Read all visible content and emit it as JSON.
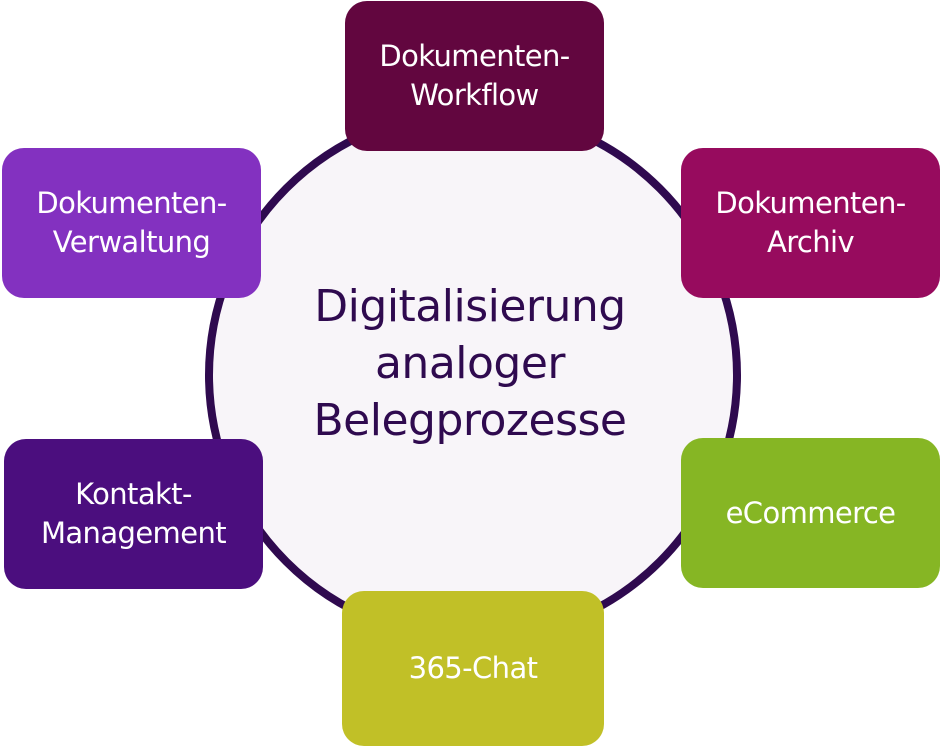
{
  "diagram": {
    "center": {
      "title": "Digitalisierung\nanaloger\nBelegprozesse",
      "text_color": "#2f0a4f",
      "fill_color": "#f8f5f9",
      "ring_color": "#2f0a4f"
    },
    "nodes": [
      {
        "id": "workflow",
        "label": "Dokumenten-\nWorkflow",
        "color": "#62063f"
      },
      {
        "id": "verwaltung",
        "label": "Dokumenten-\nVerwaltung",
        "color": "#8331c0"
      },
      {
        "id": "archiv",
        "label": "Dokumenten-\nArchiv",
        "color": "#970b5e"
      },
      {
        "id": "kontakt",
        "label": "Kontakt-\nManagement",
        "color": "#4b0e7e"
      },
      {
        "id": "ecommerce",
        "label": "eCommerce",
        "color": "#86b624"
      },
      {
        "id": "chat",
        "label": "365-Chat",
        "color": "#c1c027"
      }
    ]
  }
}
